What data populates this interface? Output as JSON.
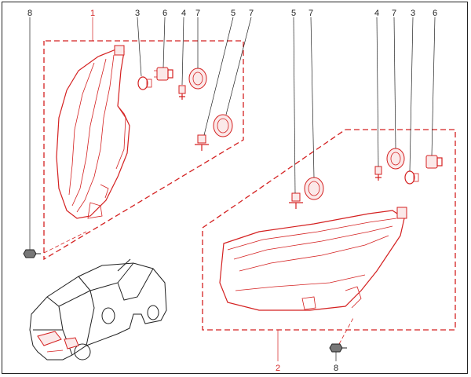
{
  "callouts": {
    "c1": "1",
    "c2": "2",
    "c3a": "3",
    "c3b": "3",
    "c4a": "4",
    "c4b": "4",
    "c5a": "5",
    "c5b": "5",
    "c6a": "6",
    "c6b": "6",
    "c7a": "7",
    "c7b": "7",
    "c7c": "7",
    "c7d": "7",
    "c8a": "8",
    "c8b": "8"
  },
  "colors": {
    "highlight": "#d42020",
    "ink": "#222222"
  }
}
